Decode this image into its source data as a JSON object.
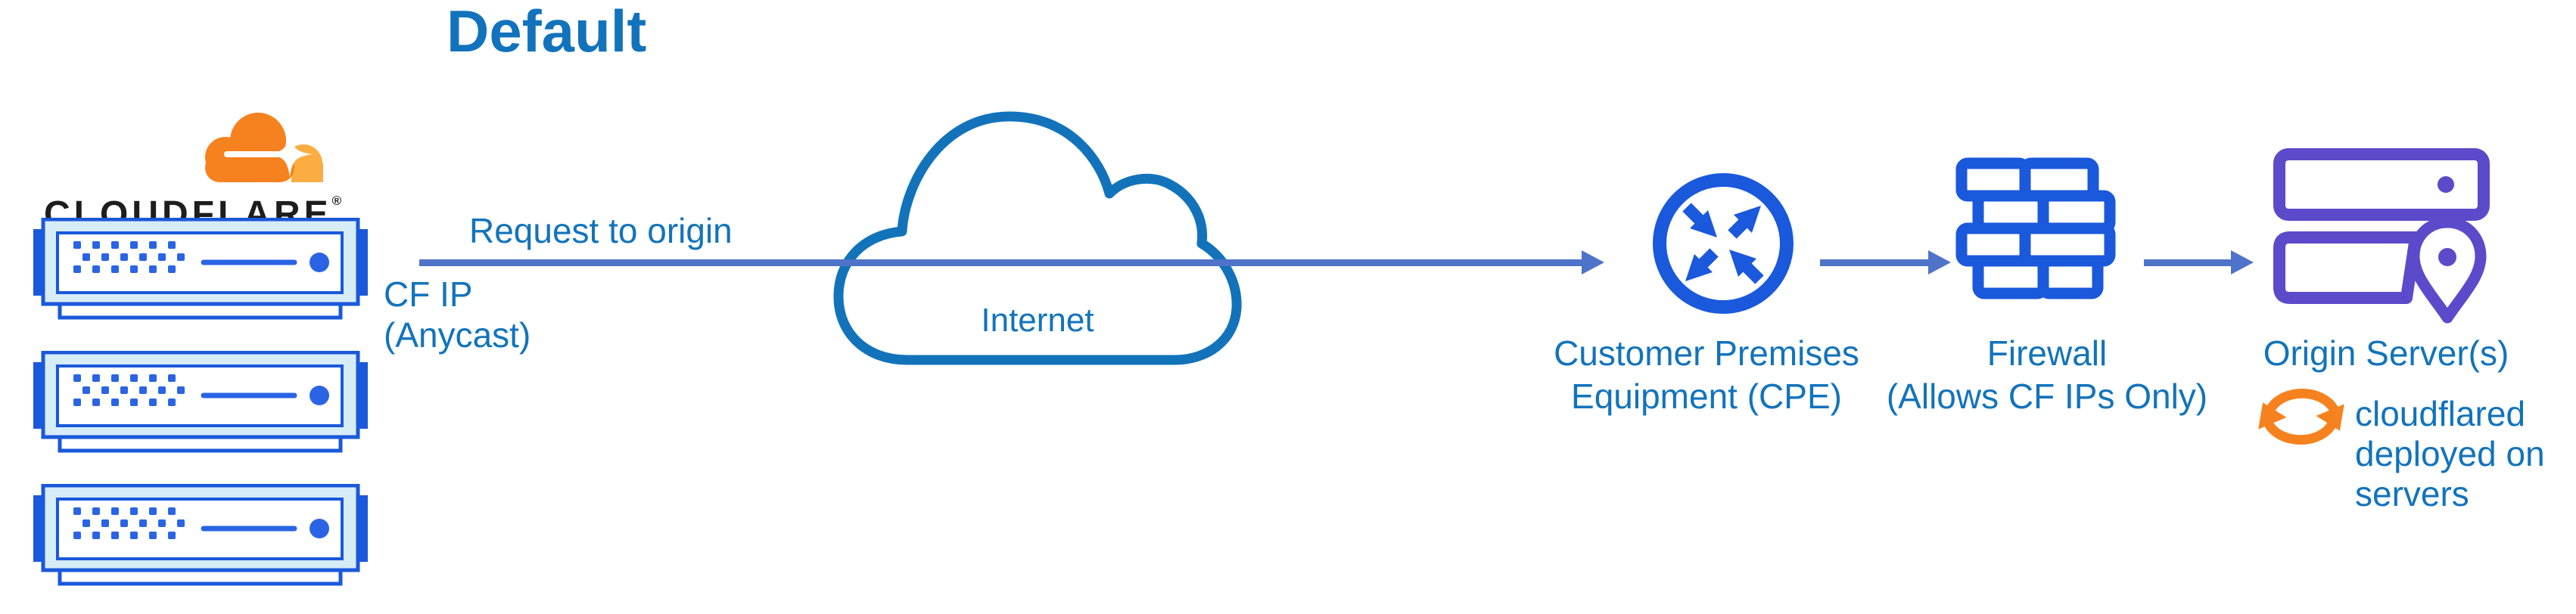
{
  "page": {
    "title": "Default"
  },
  "cloudflare": {
    "wordmark": "CLOUDFLARE",
    "registered": "®"
  },
  "flow": {
    "request_label": "Request to origin",
    "cf_ip_lines": [
      "CF IP",
      "(Anycast)"
    ],
    "internet_label": "Internet",
    "cpe_lines": [
      "Customer Premises",
      "Equipment (CPE)"
    ],
    "firewall_lines": [
      "Firewall",
      "(Allows CF IPs Only)"
    ],
    "origin_label": "Origin Server(s)",
    "cloudflared_lines": [
      "cloudflared",
      "deployed on",
      "servers"
    ]
  },
  "colors": {
    "title_blue": "#1273BC",
    "label_blue": "#1273BC",
    "icon_blue": "#1A58DC",
    "server_detail_blue": "#2A64E4",
    "server_fill_light": "#D6ECF6",
    "arrow_blue": "#4E73C8",
    "origin_purple": "#5B4ACA",
    "brand_orange": "#F6821F",
    "brand_orange_light": "#FBAD41",
    "wordmark_black": "#1D1D1D"
  },
  "icons": {
    "brand": "cloudflare-logo-icon",
    "edge": "server-rack-icon",
    "internet": "cloud-icon",
    "cpe": "router-arrows-icon",
    "firewall": "brick-wall-icon",
    "origin": "server-location-icon",
    "cloudflared": "sync-arrows-icon"
  }
}
